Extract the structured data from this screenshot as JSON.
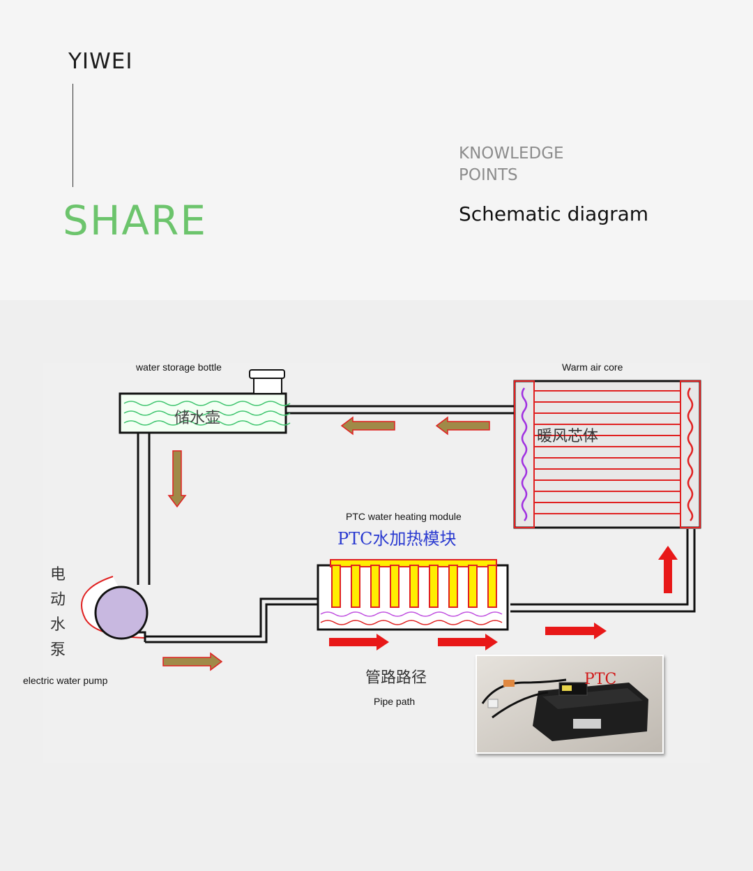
{
  "header": {
    "brand": "YIWEI",
    "share": "SHARE",
    "knowledge_line1": "KNOWLEDGE",
    "knowledge_line2": "POINTS",
    "subtitle": "Schematic diagram"
  },
  "diagram": {
    "labels": {
      "water_storage_bottle": "water storage bottle",
      "warm_air_core": "Warm air core",
      "ptc_module": "PTC water heating module",
      "electric_water_pump": "electric water pump",
      "pipe_path": "Pipe path"
    },
    "cn": {
      "tank": "储水壶",
      "core": "暖风芯体",
      "ptc": "PTC水加热模块",
      "pump_chars": [
        "电",
        "动",
        "水",
        "泵"
      ],
      "pipe": "管路路径",
      "photo_tag": "PTC"
    }
  },
  "colors": {
    "accent_green": "#6cc46c",
    "pipe_red": "#e02020",
    "arrow_olive": "#a08a48",
    "heater_yellow": "#ffee00"
  }
}
